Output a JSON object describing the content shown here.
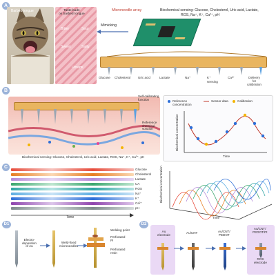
{
  "panel_a": {
    "letter": "A",
    "barbed_tongue": "Barbed tongue",
    "taste_buds": "Taste buds\non barbed tongue",
    "tastes": [
      "Bitter",
      "Sour",
      "Sweet",
      "Salty",
      "Umami"
    ],
    "mimicking": "Mimicking",
    "microneedle_array": "Microneedle array",
    "sensing_line1": "Biochemical sensing: Glucose, Cholesterol, Uric acid, Lactate,",
    "sensing_line2": "ROS, Na⁺, K⁺, Ca²⁺, pH",
    "needle_labels": [
      "Glucose",
      "Cholesterol",
      "Uric acid",
      "Lactate",
      "Na⁺",
      "K⁺",
      "Ca²⁺",
      "Delivery\nfor\ncalibration"
    ],
    "sensing_label": "sensing"
  },
  "panel_b": {
    "letter": "B",
    "self_calibrating": "Self-calibrating\nfunction",
    "reference_solution": "Reference\nchemical\nsolution",
    "sensing_text": "Biochemical sensing: Glucose, Cholesterol, Uric acid, Lactate, ROS, Na⁺, K⁺, Ca²⁺, pH",
    "legend": [
      "Reference concentration",
      "Sensor data",
      "Calibration"
    ],
    "ylabel": "Biochemical concentration",
    "xlabel": "Time",
    "colors": {
      "reference": "#2e6fd8",
      "sensor": "#c0392b",
      "calibration": "#f4b400"
    }
  },
  "panel_c": {
    "letter": "C",
    "rows": [
      "Glucose",
      "Cholesterol",
      "Lactate",
      "UA",
      "ROS",
      "Na⁺",
      "K⁺",
      "Ca²⁺",
      "pH"
    ],
    "xlabel": "Time",
    "right_ylabel": "Biochemical concentration",
    "right_xlabel": "Time"
  },
  "panel_d1": {
    "letter": "D1",
    "steps": [
      "Electro-\ndeposition\nof Au",
      "Weld-fixed\nmicroneedles"
    ],
    "callouts": [
      "Welding point",
      "Perforated\nPI",
      "Perforated\nresin"
    ]
  },
  "panel_d2": {
    "letter": "D2",
    "electrodes": [
      "Au\nelectrode",
      "Au/CNT",
      "Au/CNT/\nPEDOT",
      "Au/CNT/\nPEDOT/Pt",
      "ROS\nelectrode"
    ]
  }
}
